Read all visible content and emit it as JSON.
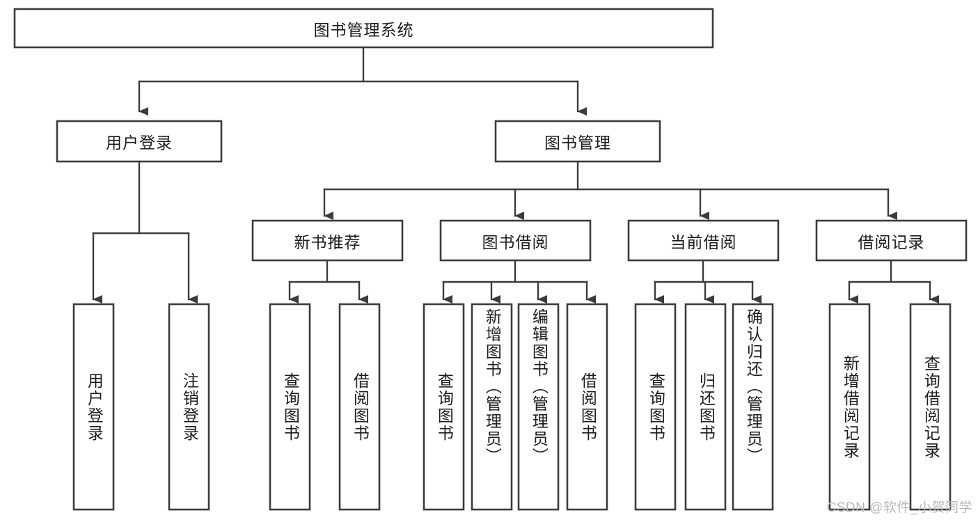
{
  "diagram": {
    "type": "hierarchy-tree",
    "title": "图书管理系统",
    "root": {
      "label": "图书管理系统"
    },
    "level2": [
      {
        "label": "用户登录"
      },
      {
        "label": "图书管理"
      }
    ],
    "level3": [
      {
        "label": "新书推荐"
      },
      {
        "label": "图书借阅"
      },
      {
        "label": "当前借阅"
      },
      {
        "label": "借阅记录"
      }
    ],
    "leaves": {
      "user_login": [
        {
          "label": "用户登录"
        },
        {
          "label": "注销登录"
        }
      ],
      "new_book_recommend": [
        {
          "label": "查询图书"
        },
        {
          "label": "借阅图书"
        }
      ],
      "book_borrow": [
        {
          "label": "查询图书"
        },
        {
          "label": "新增图书（管理员）"
        },
        {
          "label": "编辑图书（管理员）"
        },
        {
          "label": "借阅图书"
        }
      ],
      "current_borrow": [
        {
          "label": "查询图书"
        },
        {
          "label": "归还图书"
        },
        {
          "label": "确认归还（管理员）"
        }
      ],
      "borrow_record": [
        {
          "label": "新增借阅记录"
        },
        {
          "label": "查询借阅记录"
        }
      ]
    }
  },
  "watermark": {
    "text": "CSDN @软件_小贺同学"
  },
  "colors": {
    "stroke": "#3b3b3b",
    "box_fill": "#ffffff",
    "text": "#1c1c1c",
    "watermark": "#b8b8b8",
    "background": "#ffffff"
  }
}
